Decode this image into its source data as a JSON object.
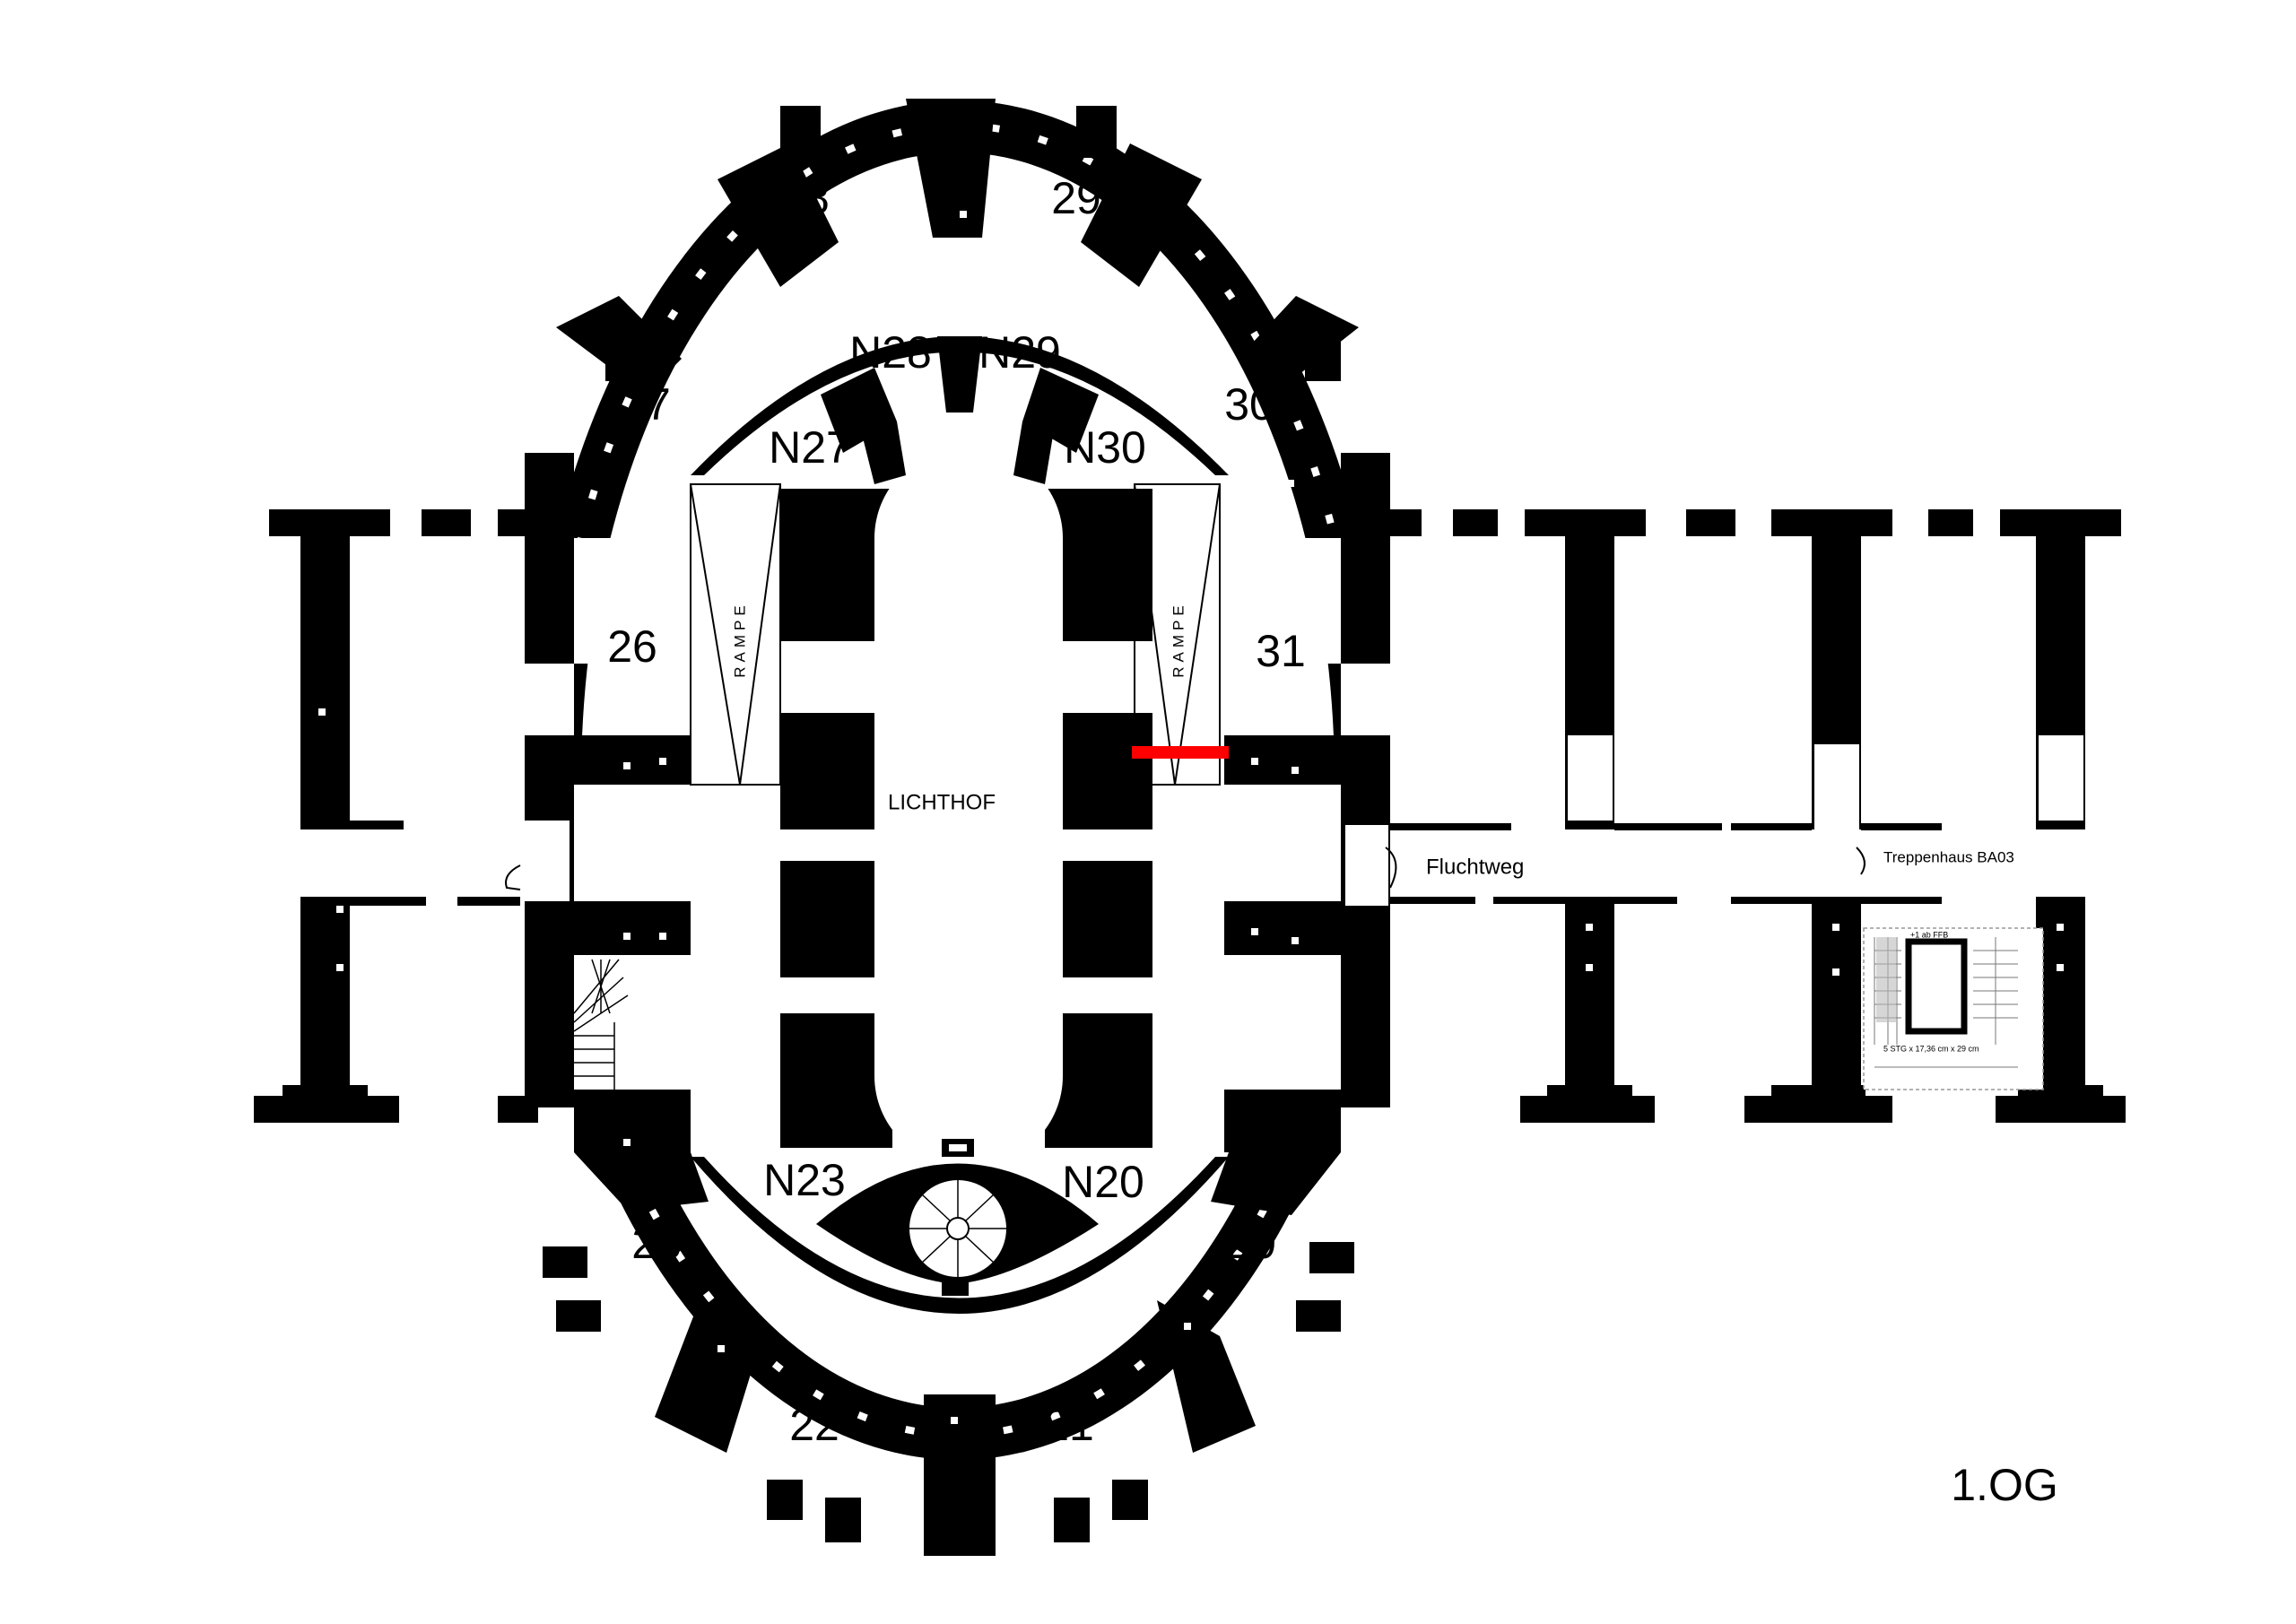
{
  "floor_label": "1.OG",
  "areas": {
    "lichthof": "LICHTHOF",
    "fluchtweg": "Fluchtweg",
    "treppenhaus": "Treppenhaus BA03",
    "rampe_left": "RAMPE",
    "rampe_right": "RAMPE"
  },
  "rooms": {
    "r20": "20",
    "r21": "21",
    "r22": "22",
    "r23": "23",
    "r26": "26",
    "r27": "27",
    "r28": "28",
    "r29": "29",
    "r30": "30",
    "r31": "31"
  },
  "niches": {
    "n20": "N20",
    "n23": "N23",
    "n27": "N27",
    "n28": "N28",
    "n29": "N29",
    "n30": "N30"
  },
  "stair_notes": {
    "top": "+1 ab FFB",
    "bottom": "5 STG x 17,36 cm x 29 cm"
  },
  "colors": {
    "wall": "#000000",
    "background": "#ffffff",
    "marker": "#ff0000"
  }
}
